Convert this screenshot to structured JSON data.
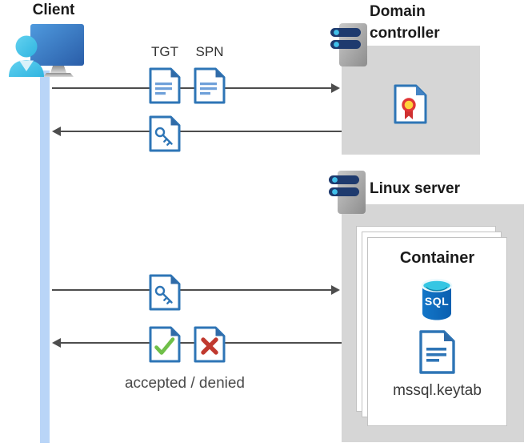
{
  "client": {
    "label": "Client"
  },
  "flow_top": {
    "tgt_label": "TGT",
    "spn_label": "SPN"
  },
  "domain_controller": {
    "label": "Domain controller"
  },
  "linux_server": {
    "label": "Linux server"
  },
  "container": {
    "title": "Container",
    "sql_badge": "SQL",
    "keytab_label": "mssql.keytab"
  },
  "flow_bottom": {
    "result_label": "accepted / denied"
  },
  "icons": {
    "client": "computer-with-user-icon",
    "servers": "server-rack-icon",
    "tickets": "document-icon",
    "session_key": "key-document-icon",
    "certificate": "certificate-icon",
    "database": "sql-database-icon",
    "accepted": "check-document-icon",
    "denied": "cross-document-icon"
  },
  "colors": {
    "doc_border_blue": "#2e75b6",
    "doc_fold_blue": "#306ba8",
    "doc_lines_light_blue": "#6fa0d9",
    "server_bar_navy": "#1e3a6e",
    "accent_cyan": "#41c0ea",
    "check_green": "#6fbf49",
    "cross_red": "#c0392f",
    "cert_seal_yellow": "#ffd23b",
    "cert_ribbon_red": "#d43535",
    "timeline_blue": "#b9d5f7",
    "panel_gray": "#d6d6d6",
    "arrow_gray": "#4d4d4d",
    "sql_body_blue": "#0f6cbd",
    "sql_top_cyan": "#35c6e3"
  }
}
